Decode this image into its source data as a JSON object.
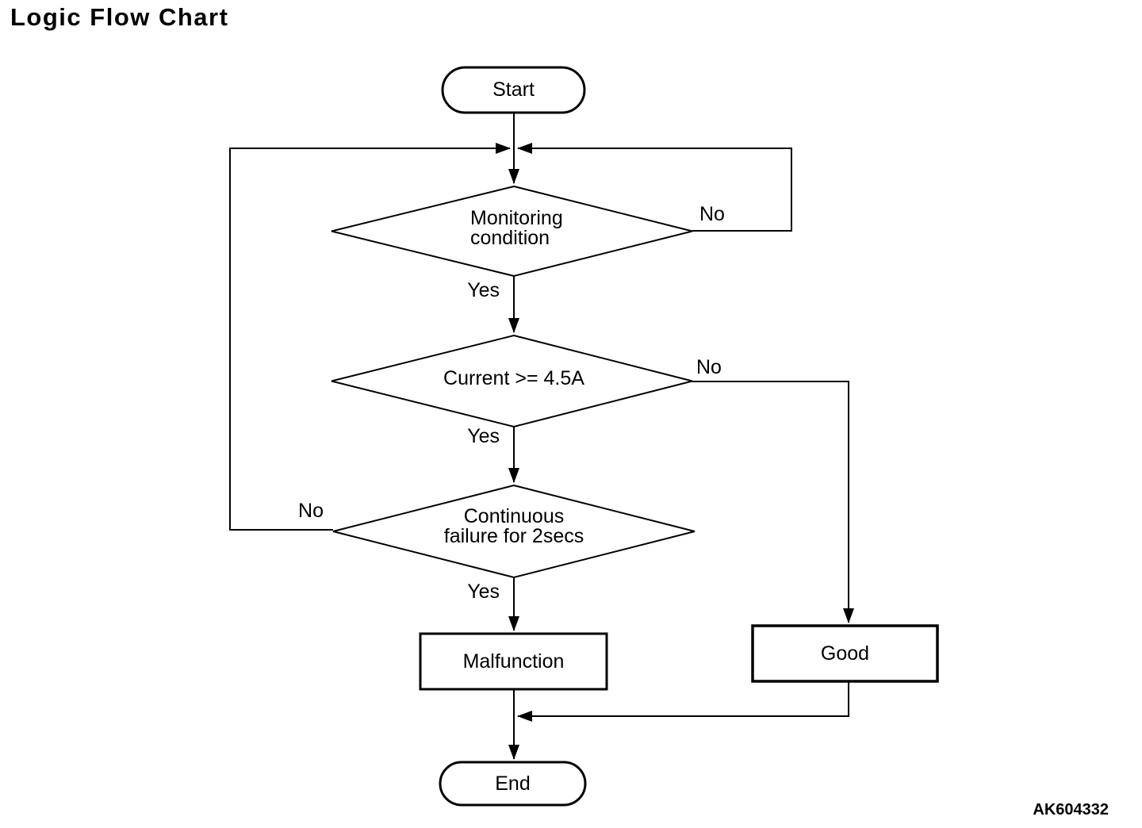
{
  "page": {
    "title": "Logic Flow Chart",
    "figure_code": "AK604332"
  },
  "flowchart": {
    "nodes": {
      "start": {
        "label": "Start",
        "shape": "terminator"
      },
      "monitoring": {
        "label": "Monitoring\ncondition",
        "shape": "decision"
      },
      "current": {
        "label": "Current >= 4.5A",
        "shape": "decision"
      },
      "continuous": {
        "label": "Continuous\nfailure for 2secs",
        "shape": "decision"
      },
      "malfunction": {
        "label": "Malfunction",
        "shape": "process"
      },
      "good": {
        "label": "Good",
        "shape": "process"
      },
      "end": {
        "label": "End",
        "shape": "terminator"
      }
    },
    "edge_labels": {
      "monitoring_yes": "Yes",
      "monitoring_no": "No",
      "current_yes": "Yes",
      "current_no": "No",
      "continuous_yes": "Yes",
      "continuous_no": "No"
    },
    "colors": {
      "line": "#000000",
      "node_fill": "#ffffff",
      "text": "#000000",
      "background": "#ffffff"
    }
  }
}
